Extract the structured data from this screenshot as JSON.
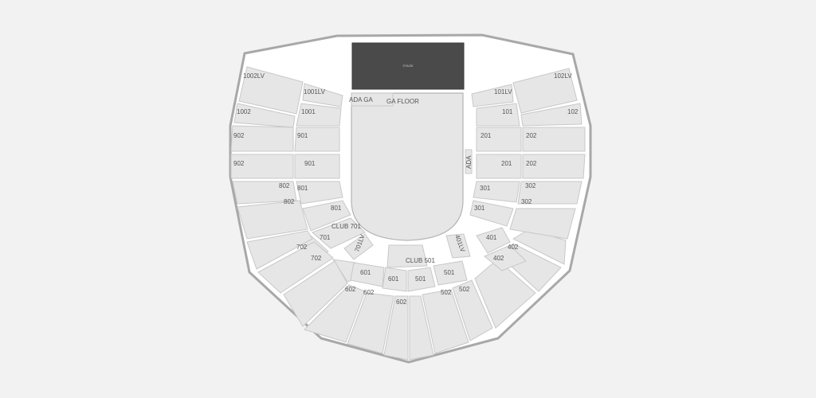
{
  "venue": {
    "stage_label": "STAGE",
    "floor_label": "GA FLOOR",
    "ada_ga_label": "ADA GA",
    "ada_label": "ADA"
  },
  "colors": {
    "background": "#f2f2f2",
    "outline": "#a8a8a8",
    "seating": "#e6e6e6",
    "stage": "#4a4a4a",
    "label": "#555555"
  },
  "section_labels": [
    "1002LV",
    "1001LV",
    "1002",
    "1001",
    "902",
    "901",
    "902",
    "901",
    "802",
    "801",
    "802",
    "801",
    "CLUB 701",
    "701",
    "702",
    "702",
    "701LV",
    "601",
    "601",
    "602",
    "602",
    "602",
    "CLUB 501",
    "501",
    "501",
    "502",
    "502",
    "401LV",
    "401",
    "402",
    "402",
    "302",
    "301",
    "302",
    "301",
    "202",
    "201",
    "202",
    "201",
    "102",
    "101",
    "102LV",
    "101LV"
  ]
}
